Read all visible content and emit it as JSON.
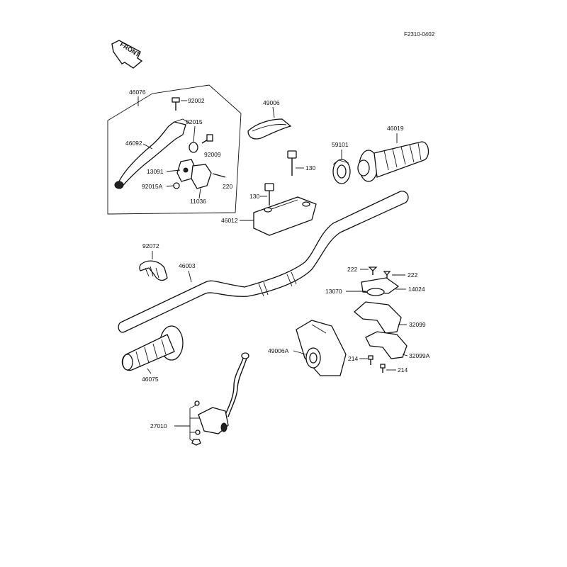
{
  "diagram": {
    "code": "F2310-0402",
    "front_label": "FRONT",
    "labels": {
      "p46076": "46076",
      "p92002": "92002",
      "p92015": "92015",
      "p92009": "92009",
      "p46092": "46092",
      "p13091": "13091",
      "p92015A": "92015A",
      "p220": "220",
      "p11036": "11036",
      "p49006": "49006",
      "p59101": "59101",
      "p46019": "46019",
      "p130a": "130",
      "p130b": "130",
      "p46012": "46012",
      "p92072": "92072",
      "p46003": "46003",
      "p222a": "222",
      "p222b": "222",
      "p14024": "14024",
      "p13070": "13070",
      "p32099": "32099",
      "p49006A": "49006A",
      "p32099A": "32099A",
      "p214a": "214",
      "p214b": "214",
      "p46075": "46075",
      "p27010": "27010"
    }
  }
}
